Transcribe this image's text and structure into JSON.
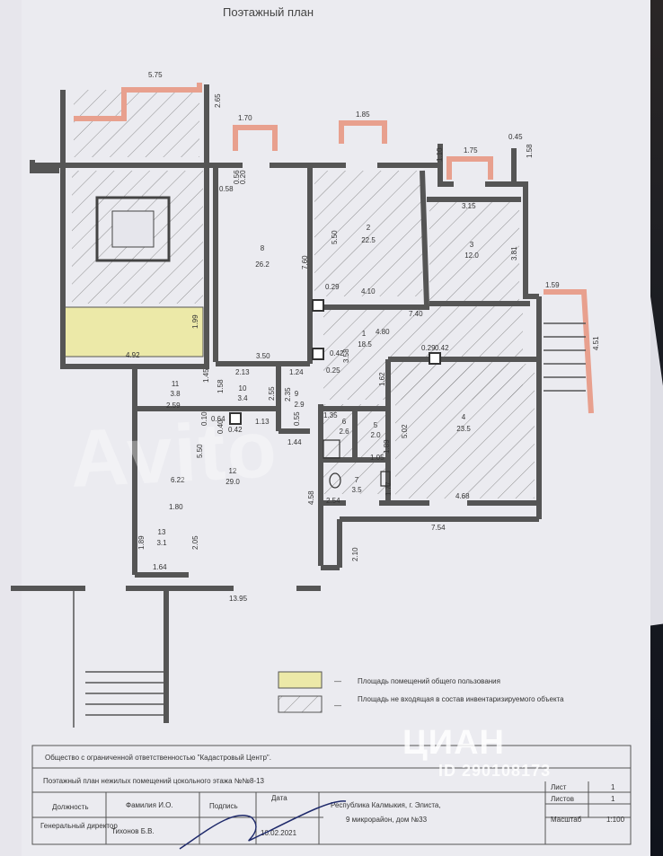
{
  "document": {
    "title": "Поэтажный план"
  },
  "rooms": [
    {
      "num": "8",
      "area": "26.2"
    },
    {
      "num": "2",
      "area": "22.5"
    },
    {
      "num": "3",
      "area": "12.0"
    },
    {
      "num": "1",
      "area": "18.5"
    },
    {
      "num": "4",
      "area": "23.5"
    },
    {
      "num": "11",
      "area": "3.8"
    },
    {
      "num": "10",
      "area": "3.4"
    },
    {
      "num": "9",
      "area": "2.9"
    },
    {
      "num": "6",
      "area": "2.6"
    },
    {
      "num": "5",
      "area": "2.0"
    },
    {
      "num": "7",
      "area": "3.5"
    },
    {
      "num": "12",
      "area": "29.0"
    },
    {
      "num": "13",
      "area": "3.1"
    }
  ],
  "dimensions": [
    "5.75",
    "2.65",
    "1.70",
    "1.85",
    "0.45",
    "1.58",
    "1.75",
    "1.10",
    "3.15",
    "5.50",
    "7.60",
    "3.81",
    "0.58",
    "0.56",
    "0.20",
    "0.29",
    "4.10",
    "7.40",
    "1.59",
    "4.51",
    "1.99",
    "4.92",
    "3.58",
    "4.80",
    "0.42",
    "0.29",
    "0.42",
    "0.25",
    "1.62",
    "3.50",
    "2.13",
    "1.24",
    "1.45",
    "1.58",
    "2.55",
    "2.35",
    "0.55",
    "2.59",
    "0.64",
    "0.10",
    "0.40",
    "0.42",
    "1.13",
    "1.35",
    "1.44",
    "5.02",
    "1.05",
    "1.89",
    "5.50",
    "6.22",
    "1.77",
    "1.80",
    "2.54",
    "4.68",
    "4.58",
    "7.54",
    "1.89",
    "2.05",
    "2.10",
    "1.64",
    "13.95"
  ],
  "legend": {
    "common": "Площадь помещений общего пользования",
    "excluded": "Площадь не входящая в состав инвентаризируемого объекта",
    "dash": "—"
  },
  "stamp": {
    "org": "Общество с ограниченной ответственностью \"Кадастровый Центр\".",
    "plan_title": "Поэтажный план нежилых помещений цокольного этажа №№8-13",
    "col_position": "Должность",
    "col_name": "Фамилия И.О.",
    "col_sign": "Подпись",
    "col_date": "Дата",
    "address_line1": "Республика Калмыкия, г. Элиста,",
    "address_line2": "9 микрорайон, дом №33",
    "sheet_label": "Лист",
    "sheet_value": "1",
    "sheets_label": "Листов",
    "sheets_value": "1",
    "scale_label": "Масштаб",
    "scale_value": "1:100",
    "position_value": "Генеральный директор",
    "name_value": "Тихонов Б.В.",
    "date_value": "10.02.2021"
  },
  "watermarks": {
    "cian": "ЦИАН",
    "cian_id": "ID 290108173",
    "avito": "Avito"
  },
  "colors": {
    "common_area": "#ece9a8",
    "accent_pink": "#e8a08e",
    "wall": "#555555"
  }
}
